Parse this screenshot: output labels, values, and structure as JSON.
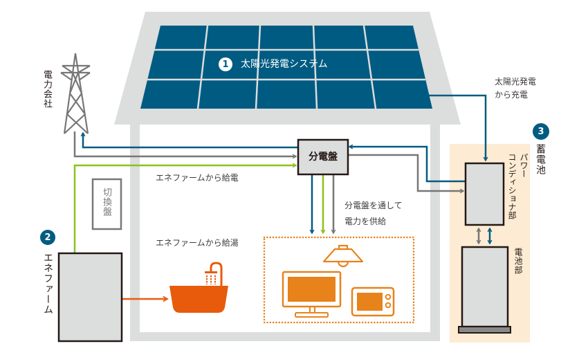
{
  "labels": {
    "solar_system": {
      "number": "1",
      "text": "太陽光発電システム"
    },
    "enefarm": {
      "number": "2",
      "text": "エネファーム"
    },
    "storage_battery": {
      "number": "3",
      "text": "蓄電池"
    },
    "power_company": "電力会社",
    "distribution_board": "分電盤",
    "switch_board": "切換盤",
    "power_conditioner": {
      "line1": "パワー",
      "line2": "コンディショナ部"
    },
    "battery_unit": "電池部",
    "solar_charge": {
      "line1": "太陽光発電",
      "line2": "から充電"
    },
    "enefarm_power_supply": "エネファームから給電",
    "enefarm_hot_water": "エネファームから給湯",
    "supply_via_board": {
      "line1": "分電盤を通して",
      "line2": "電力を供給"
    }
  },
  "icons": [
    "power-tower-icon",
    "solar-panel-icon",
    "bathtub-icon",
    "ceiling-lamp-icon",
    "tv-icon",
    "microwave-icon"
  ],
  "flows": [
    {
      "from": "solar_panel",
      "to": "power_conditioner",
      "color": "blue"
    },
    {
      "from": "power_conditioner",
      "to": "distribution_board",
      "color": "blue"
    },
    {
      "from": "distribution_board",
      "to": "power_conditioner",
      "color": "gray"
    },
    {
      "from": "distribution_board",
      "to": "power_company",
      "color": "blue"
    },
    {
      "from": "power_company",
      "to": "distribution_board",
      "color": "gray"
    },
    {
      "from": "enefarm",
      "to": "distribution_board",
      "color": "green"
    },
    {
      "from": "distribution_board",
      "to": "appliances",
      "color": "blue"
    },
    {
      "from": "distribution_board",
      "to": "appliances",
      "color": "green"
    },
    {
      "from": "distribution_board",
      "to": "appliances",
      "color": "gray"
    },
    {
      "from": "power_conditioner",
      "to": "battery_unit",
      "color": "gray",
      "bidirectional": true
    },
    {
      "from": "power_conditioner",
      "to": "battery_unit",
      "color": "blue",
      "bidirectional": true
    },
    {
      "from": "enefarm",
      "to": "bathtub",
      "color": "orange"
    }
  ],
  "colors": {
    "blue": "#005b82",
    "green": "#8cc11f",
    "gray": "#777777",
    "appliance_orange": "#e8821a",
    "bath_orange": "#e85a0c",
    "battery_area": "#fdebd3",
    "house_gray": "#dcdddd",
    "outline": "#231815"
  }
}
